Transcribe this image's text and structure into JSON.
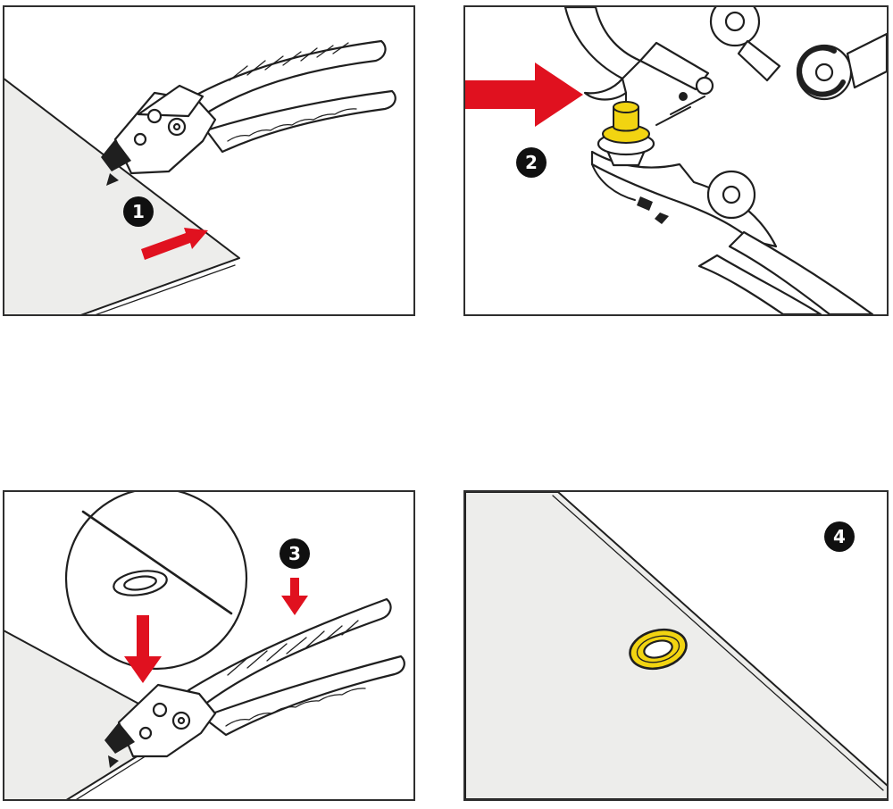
{
  "colors": {
    "arrow_red": "#e0111f",
    "grommet_yellow": "#f2d411",
    "badge_bg": "#101010",
    "badge_fg": "#ffffff",
    "sheet_gray": "#ededeb",
    "line": "#1f1f1f",
    "panel_border": "#2e2e2e",
    "canvas_bg": "#ffffff"
  },
  "panels": [
    {
      "step_label": "1",
      "icons": [
        "pliers-icon",
        "sheet-icon",
        "arrow-up-right-icon"
      ]
    },
    {
      "step_label": "2",
      "icons": [
        "tool-jaw-icon",
        "eyelet-punch-icon",
        "arrow-right-icon"
      ]
    },
    {
      "step_label": "3",
      "icons": [
        "magnifier-icon",
        "punched-hole-icon",
        "arrow-down-icon",
        "pliers-icon",
        "sheet-icon"
      ]
    },
    {
      "step_label": "4",
      "icons": [
        "sheet-icon",
        "installed-grommet-icon"
      ]
    }
  ]
}
